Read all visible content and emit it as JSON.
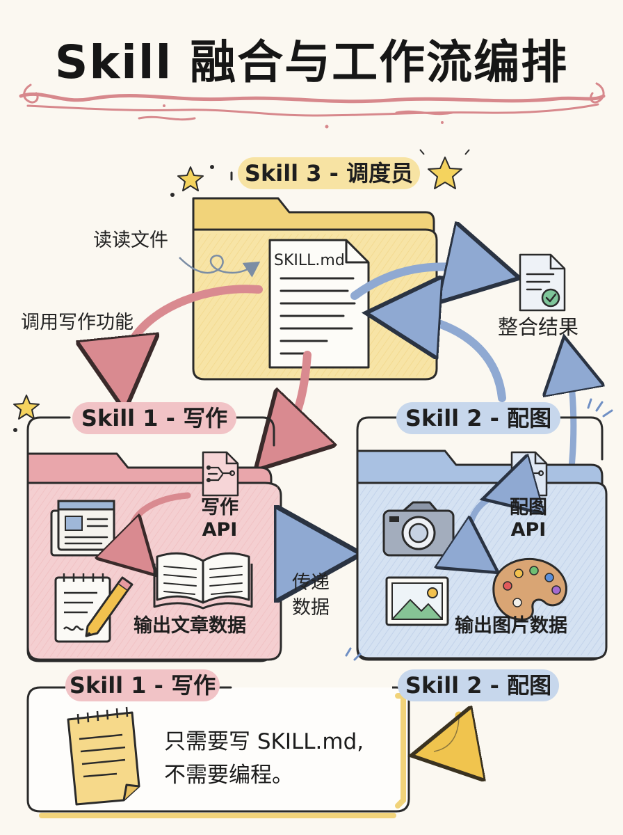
{
  "title": "Skill 融合与工作流编排",
  "dispatcher": {
    "label": "Skill 3 - 调度员",
    "file_label": "SKILL.md",
    "read_file": "读读文件",
    "call_writing": "调用写作功能",
    "integrate": "整合结果"
  },
  "writing": {
    "label": "Skill 1 - 写作",
    "api_line1": "写作",
    "api_line2": "API",
    "output": "输出文章数据"
  },
  "image": {
    "label": "Skill 2 - 配图",
    "api_line1": "配图",
    "api_line2": "API",
    "output": "输出图片数据"
  },
  "transfer": {
    "line1": "传递",
    "line2": "数据"
  },
  "bottom": {
    "left_label": "Skill 1 - 写作",
    "right_label": "Skill 2 - 配图",
    "line1": "只需要写 SKILL.md,",
    "line2": "不需要编程。"
  },
  "colors": {
    "yellow_folder": "#f6dd8f",
    "pink_folder": "#eeb7bb",
    "blue_folder": "#b9cde6",
    "pink_arrow": "#d98a90",
    "blue_arrow": "#8fa9d2"
  }
}
